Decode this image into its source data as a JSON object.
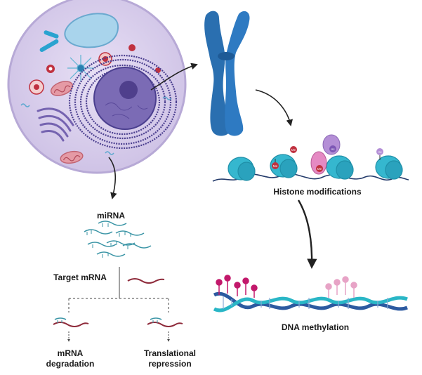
{
  "labels": {
    "mirna": "miRNA",
    "target_mrna": "Target mRNA",
    "mrna_degradation": "mRNA degradation",
    "translational_repression": "Translational repression",
    "histone_modifications": "Histone modifications",
    "dna_methylation": "DNA methylation"
  },
  "histone_marks": [
    "Me",
    "Me",
    "Ac",
    "Me",
    "Ac"
  ],
  "colors": {
    "cell_fill": "#ddd3ee",
    "nucleus": "#6a5aa3",
    "chromosome": "#2a6fb0",
    "nucleosome": "#35b7cf",
    "dna_strand_blue": "#2c5aa0",
    "dna_strand_teal": "#29b6c6",
    "methyl_pink": "#c2186b",
    "mrna_red": "#8e2a3a",
    "mirna_teal": "#3b95a6",
    "arrow": "#222222"
  }
}
